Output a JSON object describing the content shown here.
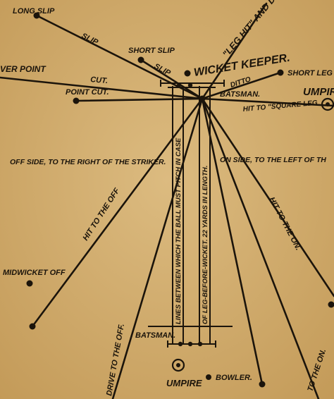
{
  "colors": {
    "paper": "#cfa868",
    "paper_light": "#dcbb80",
    "ink": "#1b140b"
  },
  "labels": {
    "long_slip": "LONG SLIP",
    "slip": "SLIP",
    "short_slip": "SHORT SLIP",
    "slip2": "SLIP",
    "leg_hit": "\"LEG HIT\" AND DI",
    "wicket_keeper": "WICKET KEEPER.",
    "ditto": "DITTO",
    "short_leg": "SHORT LEG",
    "cover_point": "VER POINT",
    "cut": "CUT.",
    "point_cut": "POINT CUT.",
    "batsman_top": "BATSMAN.",
    "umpire_top": "UMPIRE",
    "square_leg": "HIT TO \"SQUARE LEG",
    "off_side": "OFF SIDE, TO THE RIGHT OF THE STRIKER.",
    "on_side": "ON SIDE, TO THE LEFT OF TH",
    "hit_to_off": "HIT TO THE OFF",
    "hit_to_on": "HIT TO THE ON.",
    "lbw_left": "LINES BETWEEN WHICH THE BALL MUST PITCH IN CASE",
    "lbw_right": "OF LEG-BEFORE-WICKET. 22 YARDS IN LENGTH.",
    "midwicket_off": "MIDWICKET OFF",
    "batsman_bottom": "BATSMAN.",
    "drive_off": "DRIVE TO THE OFF.",
    "umpire_bottom": "UMPIRE",
    "bowler": "BOWLER.",
    "drive_on": "TO THE ON."
  }
}
